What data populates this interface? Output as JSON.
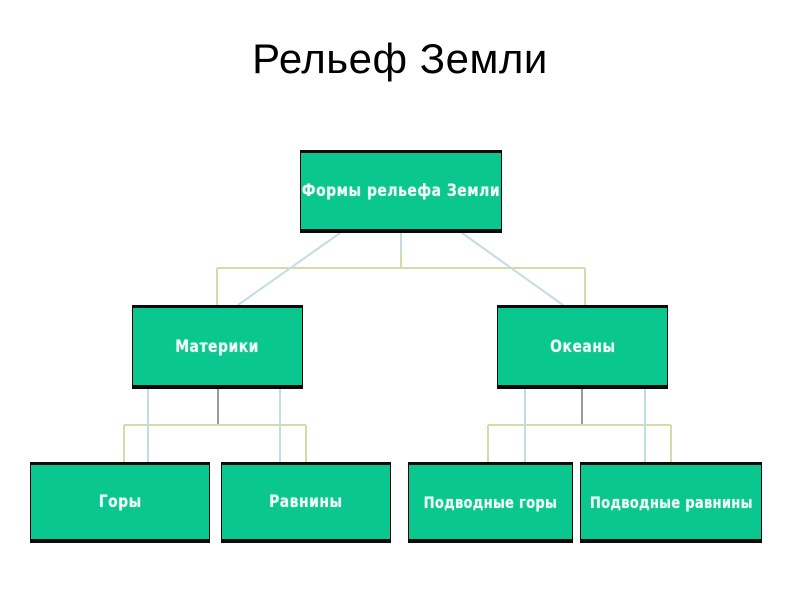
{
  "slide": {
    "title": "Рельеф Земли",
    "background_color": "#ffffff",
    "title_color": "#000000"
  },
  "theme": {
    "box_fill": "#0ac78f",
    "box_border": "#0a0a0a",
    "box_text": "#f2fff8",
    "connector_tan": "#d9d9a8",
    "connector_blue": "#c2dce4",
    "connector_gray": "#9a9a9a"
  },
  "diagram": {
    "type": "hierarchy",
    "levels": 3,
    "root": {
      "id": "root",
      "label": "Формы рельефа Земли"
    },
    "level2": [
      {
        "id": "materiki",
        "label": "Материки"
      },
      {
        "id": "okeany",
        "label": "Океаны"
      }
    ],
    "level3": [
      {
        "id": "gory",
        "label": "Горы",
        "parent": "materiki"
      },
      {
        "id": "ravniny",
        "label": "Равнины",
        "parent": "materiki"
      },
      {
        "id": "podvodnye-gory",
        "label": "Подводные горы",
        "parent": "okeany"
      },
      {
        "id": "podvodnye-ravn",
        "label": "Подводные равнины",
        "parent": "okeany"
      }
    ]
  }
}
